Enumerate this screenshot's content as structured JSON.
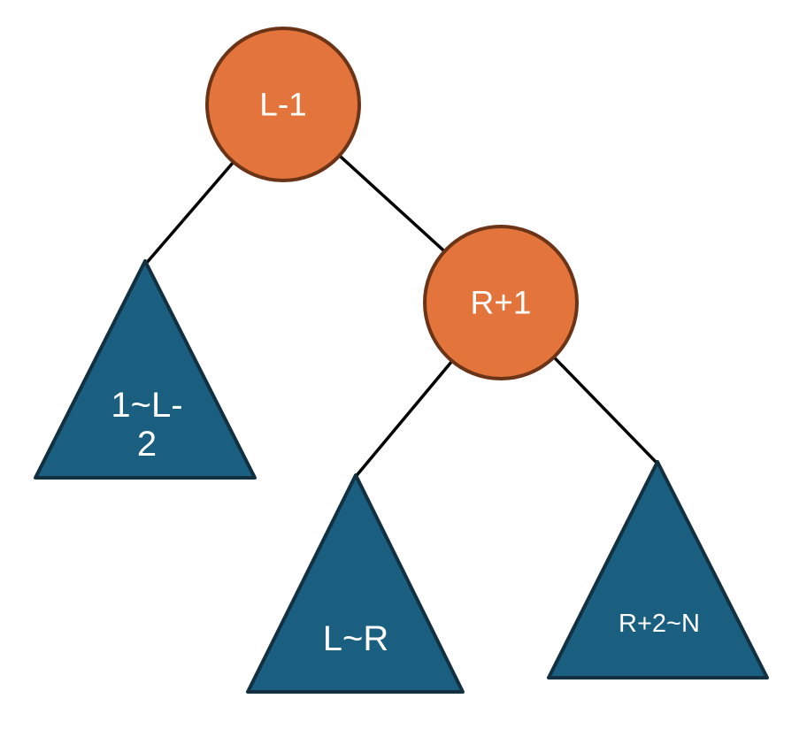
{
  "diagram": {
    "kind": "binary-tree-segment-diagram",
    "background": "#FFFFFF",
    "colors": {
      "circle_fill": "#E3743C",
      "circle_stroke": "#6B3417",
      "triangle_fill": "#1A5E80",
      "triangle_stroke": "#12303F",
      "edge": "#000000",
      "label": "#FFFFFF"
    },
    "nodes": [
      {
        "id": "root",
        "shape": "circle",
        "label": "L-1"
      },
      {
        "id": "right-child",
        "shape": "circle",
        "label": "R+1"
      },
      {
        "id": "left-subtree",
        "shape": "triangle",
        "label": "1~L-2",
        "line1": "1~L-",
        "line2": "2"
      },
      {
        "id": "middle-subtree",
        "shape": "triangle",
        "label": "L~R"
      },
      {
        "id": "right-subtree",
        "shape": "triangle",
        "label": "R+2~N"
      }
    ],
    "edges": [
      {
        "from": "L-1",
        "to": "1~L-2"
      },
      {
        "from": "L-1",
        "to": "R+1"
      },
      {
        "from": "R+1",
        "to": "L~R"
      },
      {
        "from": "R+1",
        "to": "R+2~N"
      }
    ]
  }
}
